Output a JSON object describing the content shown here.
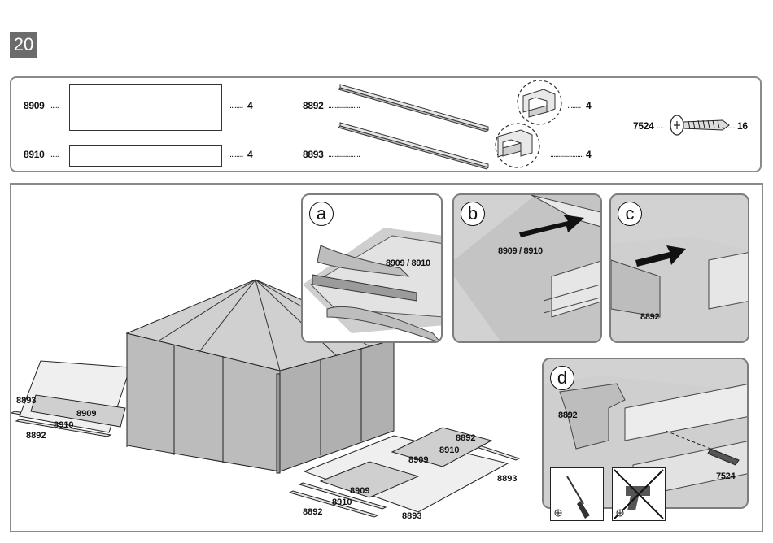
{
  "step": "20",
  "parts": {
    "p8909": {
      "code": "8909",
      "dots": "......",
      "qty_dots": "........",
      "qty": "4"
    },
    "p8910": {
      "code": "8910",
      "dots": "......",
      "qty_dots": "........",
      "qty": "4"
    },
    "p8892": {
      "code": "8892",
      "dots": "...................",
      "qty_dots": "........",
      "qty": "4"
    },
    "p8893": {
      "code": "8893",
      "dots": "...................",
      "qty_dots": "....................",
      "qty": "4"
    },
    "p7524": {
      "code": "7524",
      "dots": "....",
      "qty_dots": "........",
      "qty": "16"
    }
  },
  "details": {
    "a": {
      "letter": "a",
      "label": "8909 / 8910"
    },
    "b": {
      "letter": "b",
      "label": "8909 / 8910"
    },
    "c": {
      "letter": "c",
      "label": "8892"
    },
    "d": {
      "letter": "d",
      "label_left": "8892",
      "label_right": "7524"
    }
  },
  "scene": {
    "left_top": "8893",
    "left_mid1": "8909",
    "left_mid2": "8910",
    "left_bottom": "8892",
    "right_top": "8892",
    "right_8910": "8910",
    "right_8909": "8909",
    "right_8893": "8893",
    "bottom_8909": "8909",
    "bottom_8910": "8910",
    "bottom_8892": "8892",
    "bottom_8893": "8893"
  }
}
